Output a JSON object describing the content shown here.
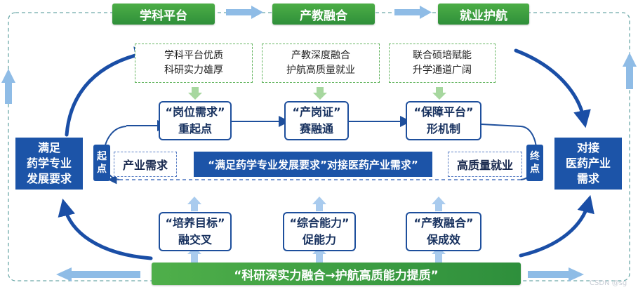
{
  "top_stages": [
    "学科平台",
    "产教融合",
    "就业护航"
  ],
  "top_notes": [
    [
      "学科平台优质",
      "科研实力雄厚"
    ],
    [
      "产教深度融合",
      "护航高质量就业"
    ],
    [
      "联合硕培赋能",
      "升学通道广阔"
    ]
  ],
  "left_box": [
    "满足",
    "药学专业",
    "发展要求"
  ],
  "right_box": [
    "对接",
    "医药产业",
    "需求"
  ],
  "start_tag": [
    "起",
    "点"
  ],
  "end_tag": [
    "终",
    "点"
  ],
  "start_label": "产业需求",
  "end_label": "高质量就业",
  "center_title": "“满足药学专业发展要求”对接医药产业需求”",
  "upper_steps": [
    [
      "“岗位需求”",
      "重起点"
    ],
    [
      "“产岗证”",
      "赛融通"
    ],
    [
      "“保障平台”",
      "形机制"
    ]
  ],
  "lower_steps": [
    [
      "“培养目标”",
      "融交叉"
    ],
    [
      "“综合能力”",
      "促能力"
    ],
    [
      "“产教融合”",
      "保成效"
    ]
  ],
  "bottom_banner": "“科研深实力融合→护航高质能力提质”",
  "watermark": "CSDN @sg"
}
